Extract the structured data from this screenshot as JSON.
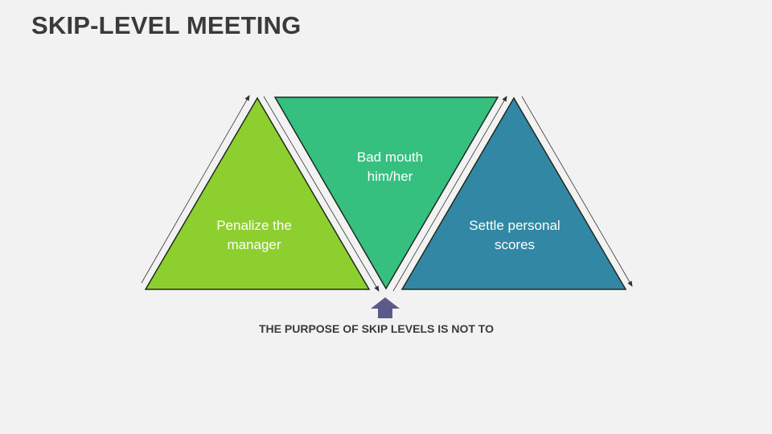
{
  "title": "SKIP-LEVEL MEETING",
  "caption": "THE PURPOSE OF SKIP LEVELS IS NOT TO",
  "triangles": [
    {
      "line1": "Penalize the",
      "line2": "manager",
      "color": "#8ccf2e"
    },
    {
      "line1": "Bad mouth",
      "line2": "him/her",
      "color": "#35c07f"
    },
    {
      "line1": "Settle personal",
      "line2": "scores",
      "color": "#3288a4"
    }
  ],
  "colors": {
    "arrow": "#5c5a8a",
    "outline": "#1f2a1f"
  }
}
